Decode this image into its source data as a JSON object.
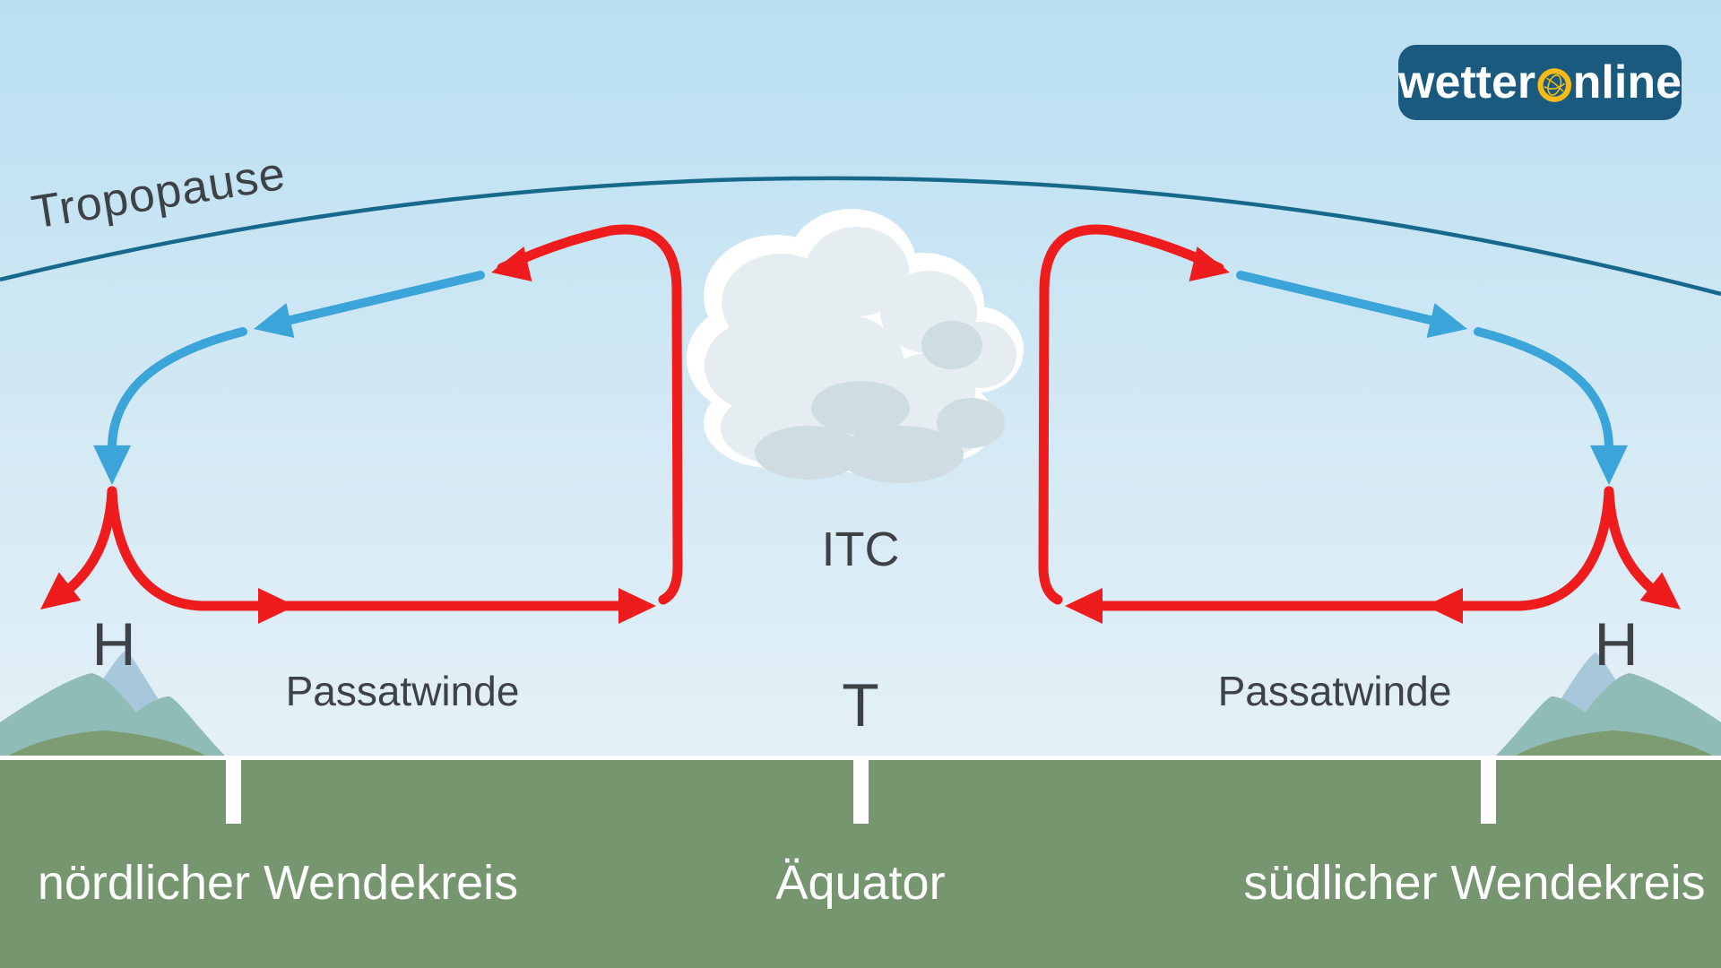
{
  "labels": {
    "tropopause": "Tropopause",
    "itc": "ITC",
    "low_pressure": "T",
    "high_pressure_north": "H",
    "high_pressure_south": "H",
    "trade_winds_north": "Passatwinde",
    "trade_winds_south": "Passatwinde",
    "tropic_north": "nördlicher Wendekreis",
    "equator": "Äquator",
    "tropic_south": "südlicher Wendekreis"
  },
  "logo": {
    "prefix": "wetter",
    "suffix": "nline",
    "icon": "globe-o-icon"
  },
  "colors": {
    "warm_flow_red": "#ee1c1c",
    "cold_flow_blue": "#3ba5da",
    "tropopause_line": "#17698c",
    "sky_top": "#b9dff2",
    "sky_bottom": "#e4f0f7",
    "ground_green": "#75966f",
    "mountain_back": "#a7c8da",
    "mountain_mid": "#8fbcb6",
    "mountain_front": "#7d9c72",
    "label_dark": "#3e4246",
    "label_light": "#ffffff",
    "logo_background": "#1a5a7e",
    "logo_accent_yellow": "#f6bb17"
  }
}
